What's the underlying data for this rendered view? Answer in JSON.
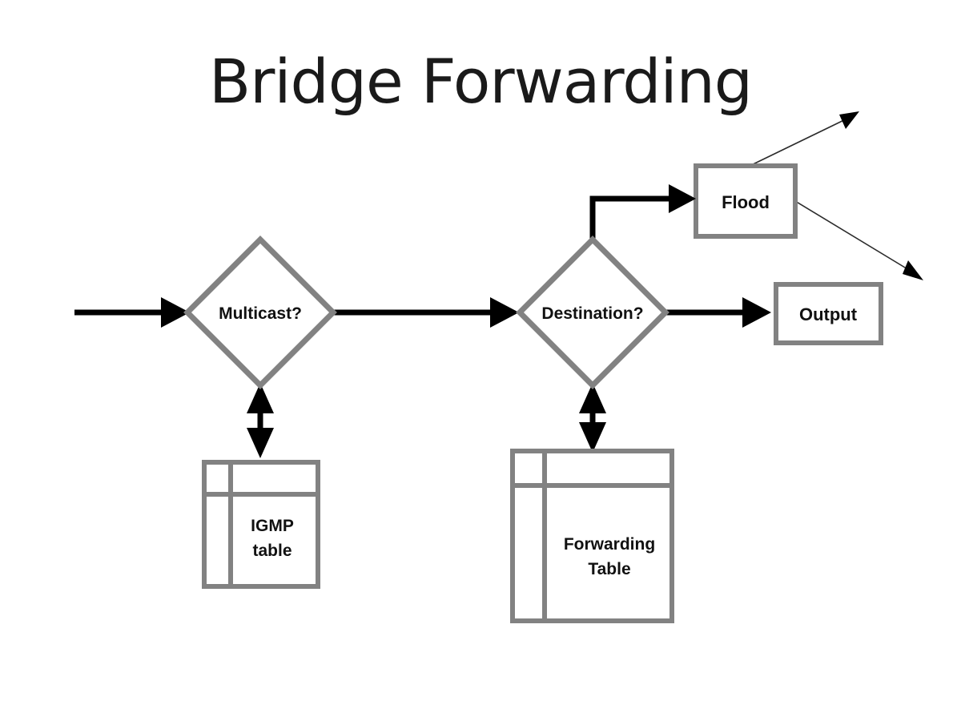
{
  "page": {
    "title": "Bridge Forwarding",
    "background_color": "#ffffff",
    "shape_border_color": "#828282",
    "connector_color": "#000000",
    "text_color": "#111111"
  },
  "diagram": {
    "type": "flowchart",
    "nodes": [
      {
        "id": "multicast",
        "kind": "decision",
        "label": "Multicast?"
      },
      {
        "id": "destination",
        "kind": "decision",
        "label": "Destination?"
      },
      {
        "id": "flood",
        "kind": "process",
        "label": "Flood"
      },
      {
        "id": "output",
        "kind": "process",
        "label": "Output"
      },
      {
        "id": "igmp-table",
        "kind": "table",
        "label_line1": "IGMP",
        "label_line2": "table"
      },
      {
        "id": "forwarding-table",
        "kind": "table",
        "label_line1": "Forwarding",
        "label_line2": "Table"
      }
    ],
    "edges": [
      {
        "id": "input-to-multicast",
        "from": "input",
        "to": "multicast",
        "style": "thick-arrow"
      },
      {
        "id": "multicast-to-destination",
        "from": "multicast",
        "to": "destination",
        "style": "thick-arrow"
      },
      {
        "id": "multicast-to-igmp",
        "from": "multicast",
        "to": "igmp-table",
        "style": "thick-double-arrow"
      },
      {
        "id": "destination-to-forwarding",
        "from": "destination",
        "to": "forwarding-table",
        "style": "thick-double-arrow"
      },
      {
        "id": "destination-to-flood",
        "from": "destination",
        "to": "flood",
        "style": "thick-elbow-arrow"
      },
      {
        "id": "destination-to-output",
        "from": "destination",
        "to": "output",
        "style": "thick-arrow"
      },
      {
        "id": "flood-out-upper",
        "from": "flood",
        "to": "port-upper",
        "style": "thin-arrow"
      },
      {
        "id": "flood-out-lower",
        "from": "flood",
        "to": "port-lower",
        "style": "thin-arrow"
      }
    ]
  }
}
